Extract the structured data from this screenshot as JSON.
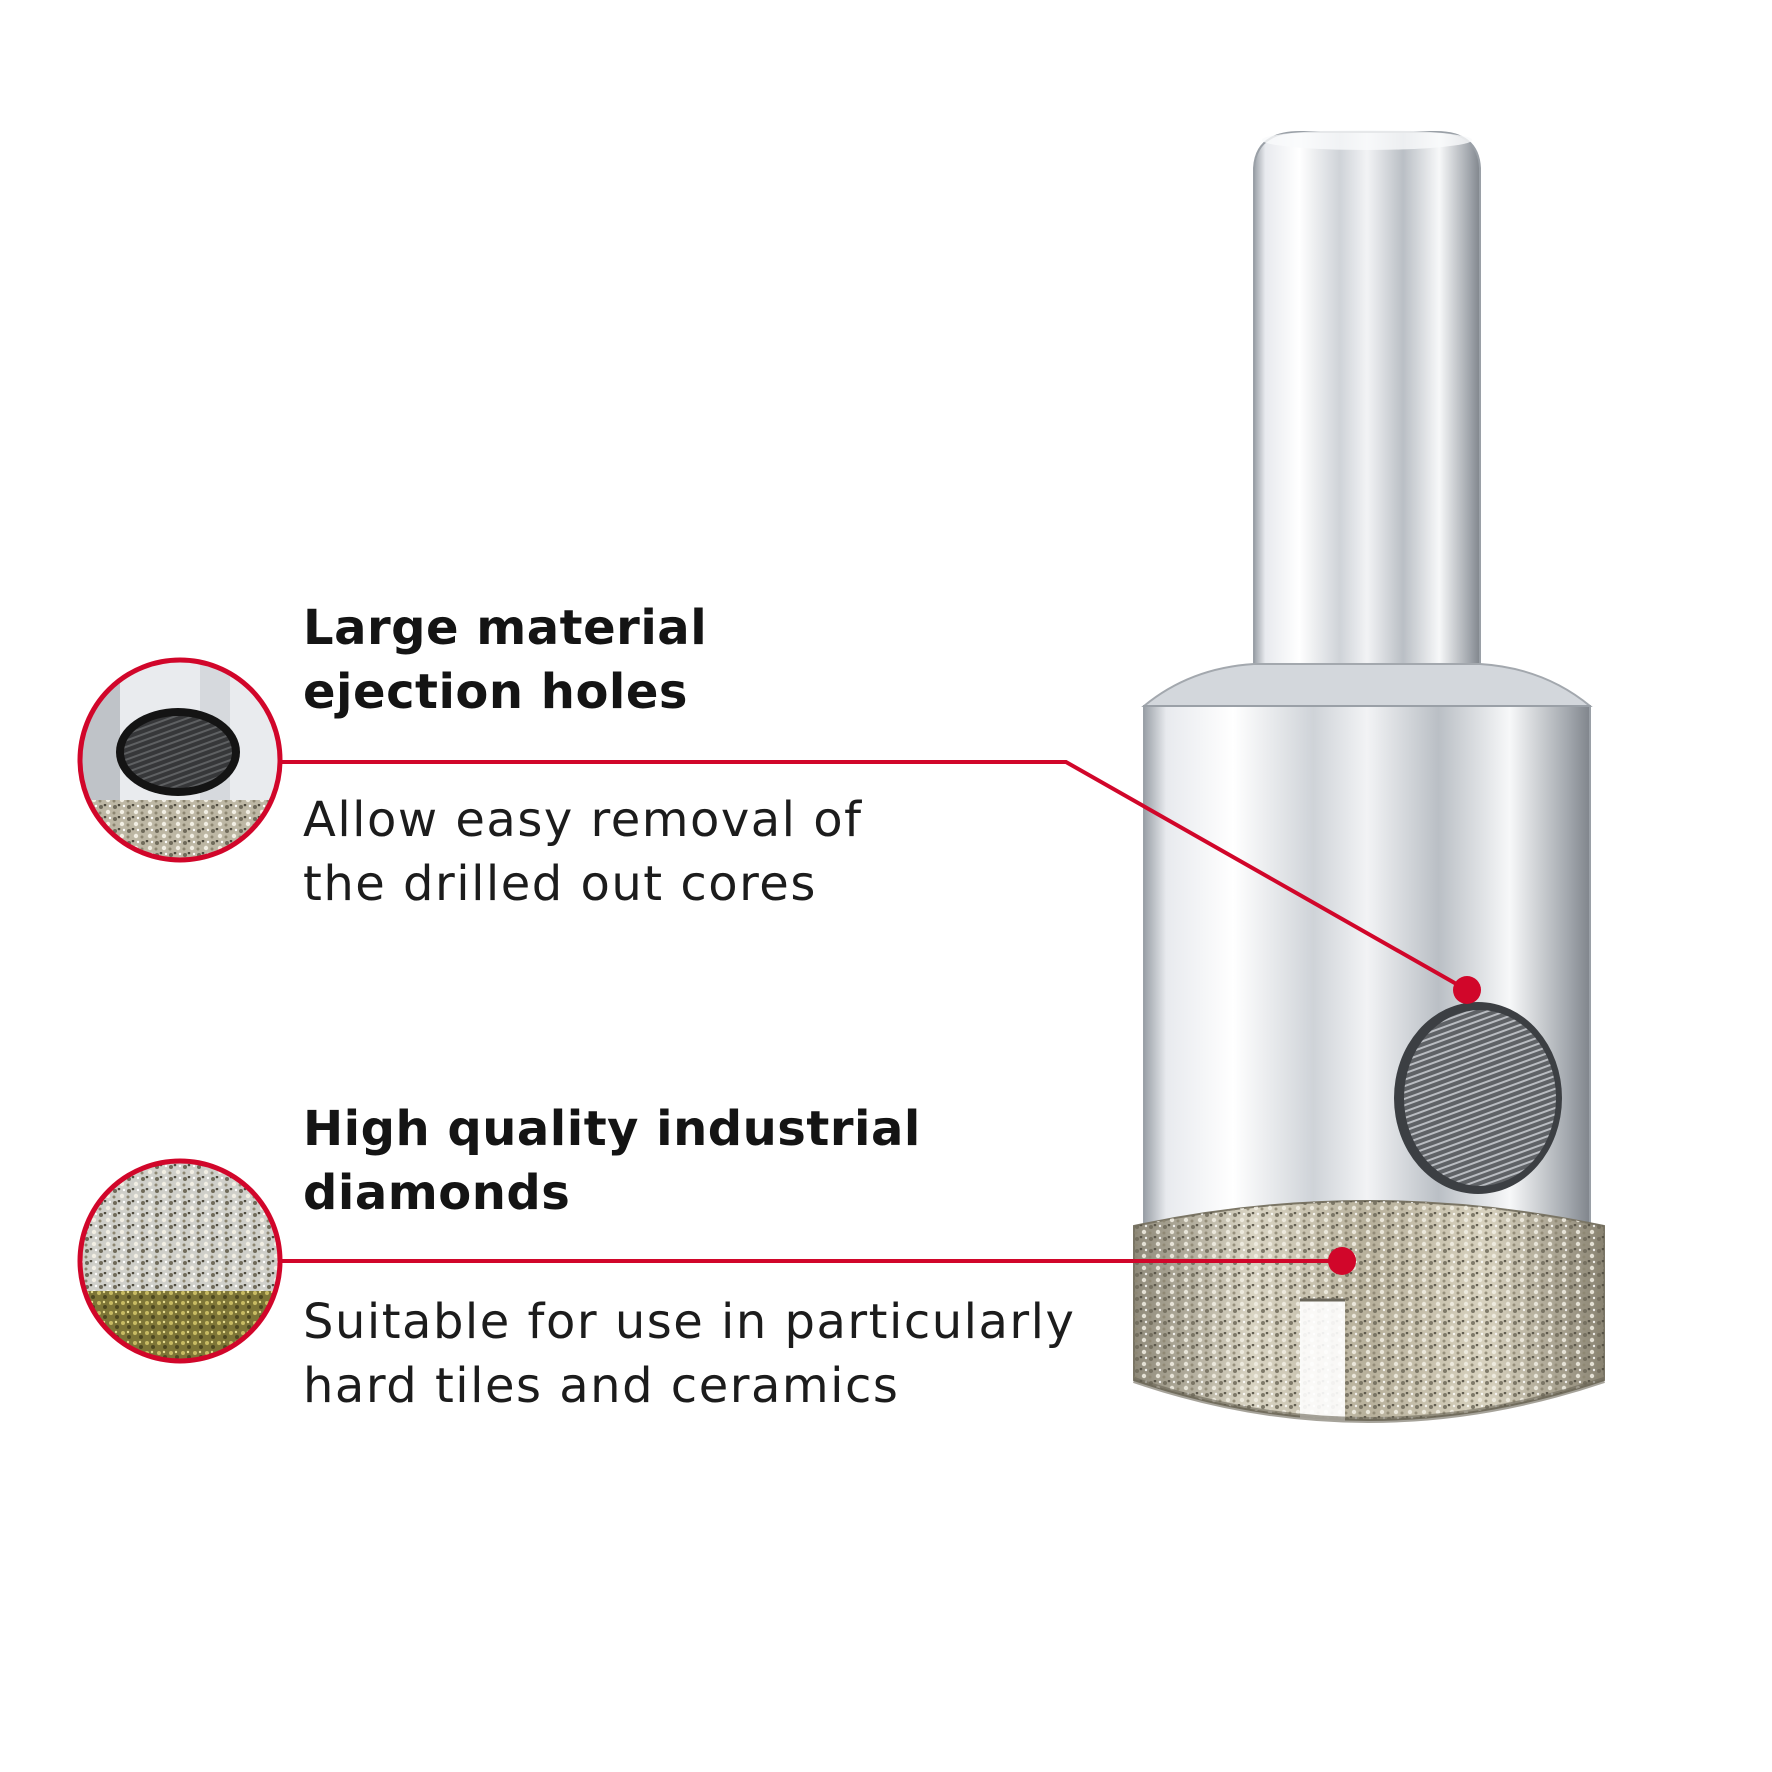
{
  "features": [
    {
      "title": [
        "Large material",
        "ejection holes"
      ],
      "description": [
        "Allow easy removal of",
        "the drilled out cores"
      ],
      "thumbnail_icon": "ejection-hole-closeup-icon"
    },
    {
      "title": [
        "High quality industrial",
        "diamonds"
      ],
      "description": [
        "Suitable for use in particularly",
        "hard tiles and ceramics"
      ],
      "thumbnail_icon": "diamond-grit-closeup-icon"
    }
  ],
  "product_icon": "diamond-core-drill-bit-icon",
  "colors": {
    "accent": "#d1062a",
    "text": "#141414",
    "background": "#ffffff",
    "steel_light": "#f4f5f7",
    "steel_dark": "#8a8f96"
  }
}
